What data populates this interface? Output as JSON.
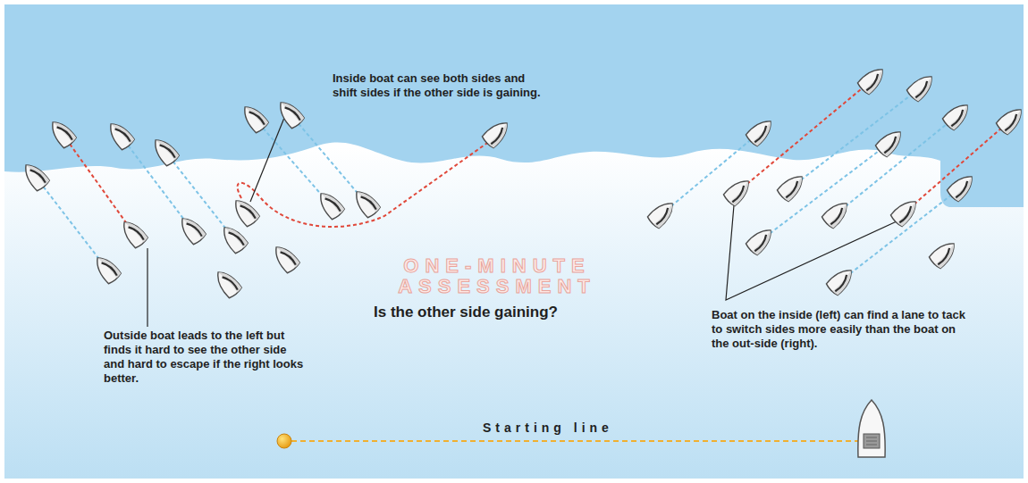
{
  "diagram": {
    "title": "ONE-MINUTE ASSESSMENT",
    "labels": [
      "Inside boat can see both sides and shift sides if the other side is gaining.",
      "Outside boat leads to the left but finds it hard to see the other side and hard to escape if the right looks better.",
      "Is the other side gaining?",
      "Boat on the inside (left) can find a lane to tack to switch sides more easily than the boat on the out-side (right).",
      "Starting line"
    ]
  }
}
